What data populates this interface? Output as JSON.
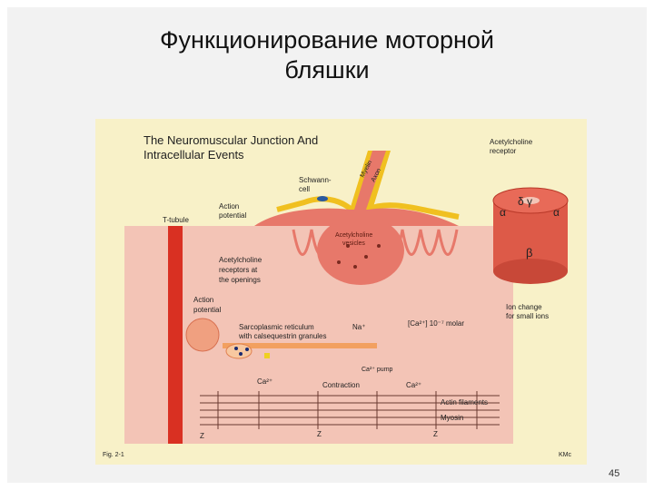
{
  "slide": {
    "title_line1": "Функционирование моторной",
    "title_line2": "бляшки",
    "page_number": "45"
  },
  "figure": {
    "heading_line1": "The Neuromuscular Junction And",
    "heading_line2": "Intracellular Events",
    "labels": {
      "myelin": "Myelin",
      "axon": "Axon",
      "schwann_cell_1": "Schwann-",
      "schwann_cell_2": "cell",
      "t_tubule": "T-tubule",
      "action_potential_top_1": "Action",
      "action_potential_top_2": "potential",
      "ach_vesicles_1": "Acetylcholine",
      "ach_vesicles_2": "vesicles",
      "ach_receptors_1": "Acetylcholine",
      "ach_receptors_2": "receptors at",
      "ach_receptors_3": "the openings",
      "action_potential_mid_1": "Action",
      "action_potential_mid_2": "potential",
      "sr_1": "Sarcoplasmic reticulum",
      "sr_2": "with calsequestrin granules",
      "na": "Na⁺",
      "ca_conc": "[Ca²⁺] 10⁻⁷ molar",
      "ca_pump": "Ca²⁺ pump",
      "ca_left": "Ca²⁺",
      "contraction": "Contraction",
      "ca_right": "Ca²⁺",
      "actin": "Actin filaments",
      "myosin": "Myosin",
      "z_1": "Z",
      "z_2": "Z",
      "z_3": "Z",
      "receptor_title_1": "Acetylcholine",
      "receptor_title_2": "receptor",
      "ion_change_1": "Ion change",
      "ion_change_2": "for small ions",
      "fig_label": "Fig. 2-1",
      "credit": "KMc"
    },
    "receptor_subunits": {
      "top": "δ  γ",
      "left": "α",
      "right": "α",
      "bottom": "β"
    },
    "colors": {
      "background": "#f8f1c8",
      "muscle_fiber": "#f3c4b6",
      "nerve_terminal": "#e7786a",
      "t_tubule": "#d93022",
      "sheath": "#f0c020",
      "receptor": "#dd5a48"
    }
  }
}
